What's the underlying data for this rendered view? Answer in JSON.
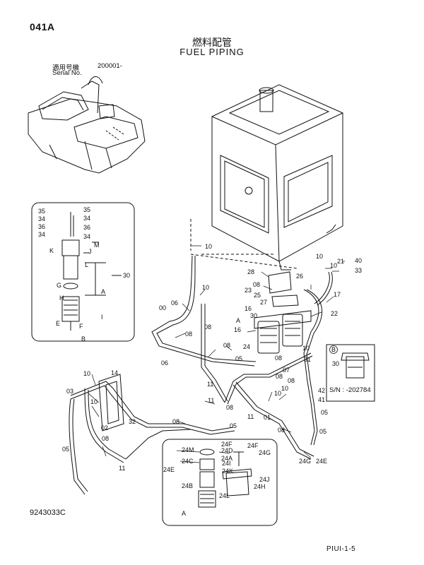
{
  "header": {
    "page_code": "041A",
    "title_jp": "燃料配管",
    "title_en": "FUEL PIPING",
    "serial_label_jp": "適用号機",
    "serial_label_en": "Serial No.",
    "serial_value": "200001-"
  },
  "footer": {
    "document_number": "9243033C",
    "page_ref": "PIUI-1-5"
  },
  "inset_b": {
    "serial_note": "S/N : -202784"
  },
  "callouts": [
    "35",
    "34",
    "36",
    "34",
    "35",
    "34",
    "36",
    "34",
    "M",
    "J",
    "K",
    "L",
    "30",
    "G",
    "H",
    "A",
    "E",
    "I",
    "F",
    "B",
    "10",
    "10",
    "00",
    "06",
    "08",
    "08",
    "06",
    "08",
    "05",
    "11",
    "14",
    "03",
    "10",
    "10",
    "32",
    "02",
    "08",
    "05",
    "11",
    "08",
    "28",
    "08",
    "23",
    "26",
    "25",
    "27",
    "16",
    "30",
    "A",
    "16",
    "24",
    "10",
    "08",
    "07",
    "10",
    "10",
    "21",
    "40",
    "33",
    "17",
    "22",
    "08",
    "31",
    "10",
    "42",
    "41",
    "01",
    "05",
    "B",
    "30",
    "08",
    "10",
    "08",
    "11",
    "11",
    "05",
    "08",
    "05",
    "24G",
    "24E",
    "24F",
    "24D",
    "24F",
    "24M",
    "24G",
    "24C",
    "24A",
    "24I",
    "24E",
    "24K",
    "24J",
    "24B",
    "24H",
    "24L",
    "A"
  ]
}
